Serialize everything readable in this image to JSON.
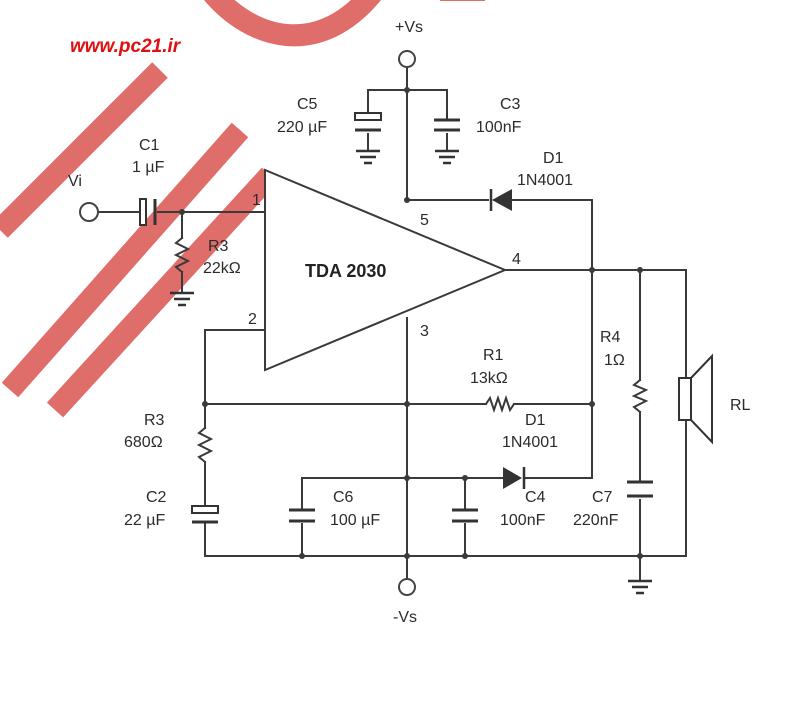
{
  "watermark_url": "www.pc21.ir",
  "supply": {
    "positive": "+Vs",
    "negative": "-Vs"
  },
  "ic": {
    "name": "TDA 2030",
    "pins": {
      "in_plus": "1",
      "in_minus": "2",
      "gnd": "3",
      "out": "4",
      "vcc": "5"
    }
  },
  "input_label": "Vi",
  "components": {
    "c1": {
      "ref": "C1",
      "value": "1 µF"
    },
    "r3_in": {
      "ref": "R3",
      "value": "22kΩ"
    },
    "c5": {
      "ref": "C5",
      "value": "220 µF"
    },
    "c3": {
      "ref": "C3",
      "value": "100nF"
    },
    "d1_top": {
      "ref": "D1",
      "value": "1N4001"
    },
    "r1": {
      "ref": "R1",
      "value": "13kΩ"
    },
    "d1_bottom": {
      "ref": "D1",
      "value": "1N4001"
    },
    "r3_fb": {
      "ref": "R3",
      "value": "680Ω"
    },
    "c2": {
      "ref": "C2",
      "value": "22 µF"
    },
    "c6": {
      "ref": "C6",
      "value": "100 µF"
    },
    "c4": {
      "ref": "C4",
      "value": "100nF"
    },
    "r4": {
      "ref": "R4",
      "value": "1Ω"
    },
    "c7": {
      "ref": "C7",
      "value": "220nF"
    },
    "rl": {
      "ref": "RL"
    }
  },
  "colors": {
    "wire": "#3a3a3a",
    "watermark": "#d9534f",
    "url": "#e01010"
  }
}
